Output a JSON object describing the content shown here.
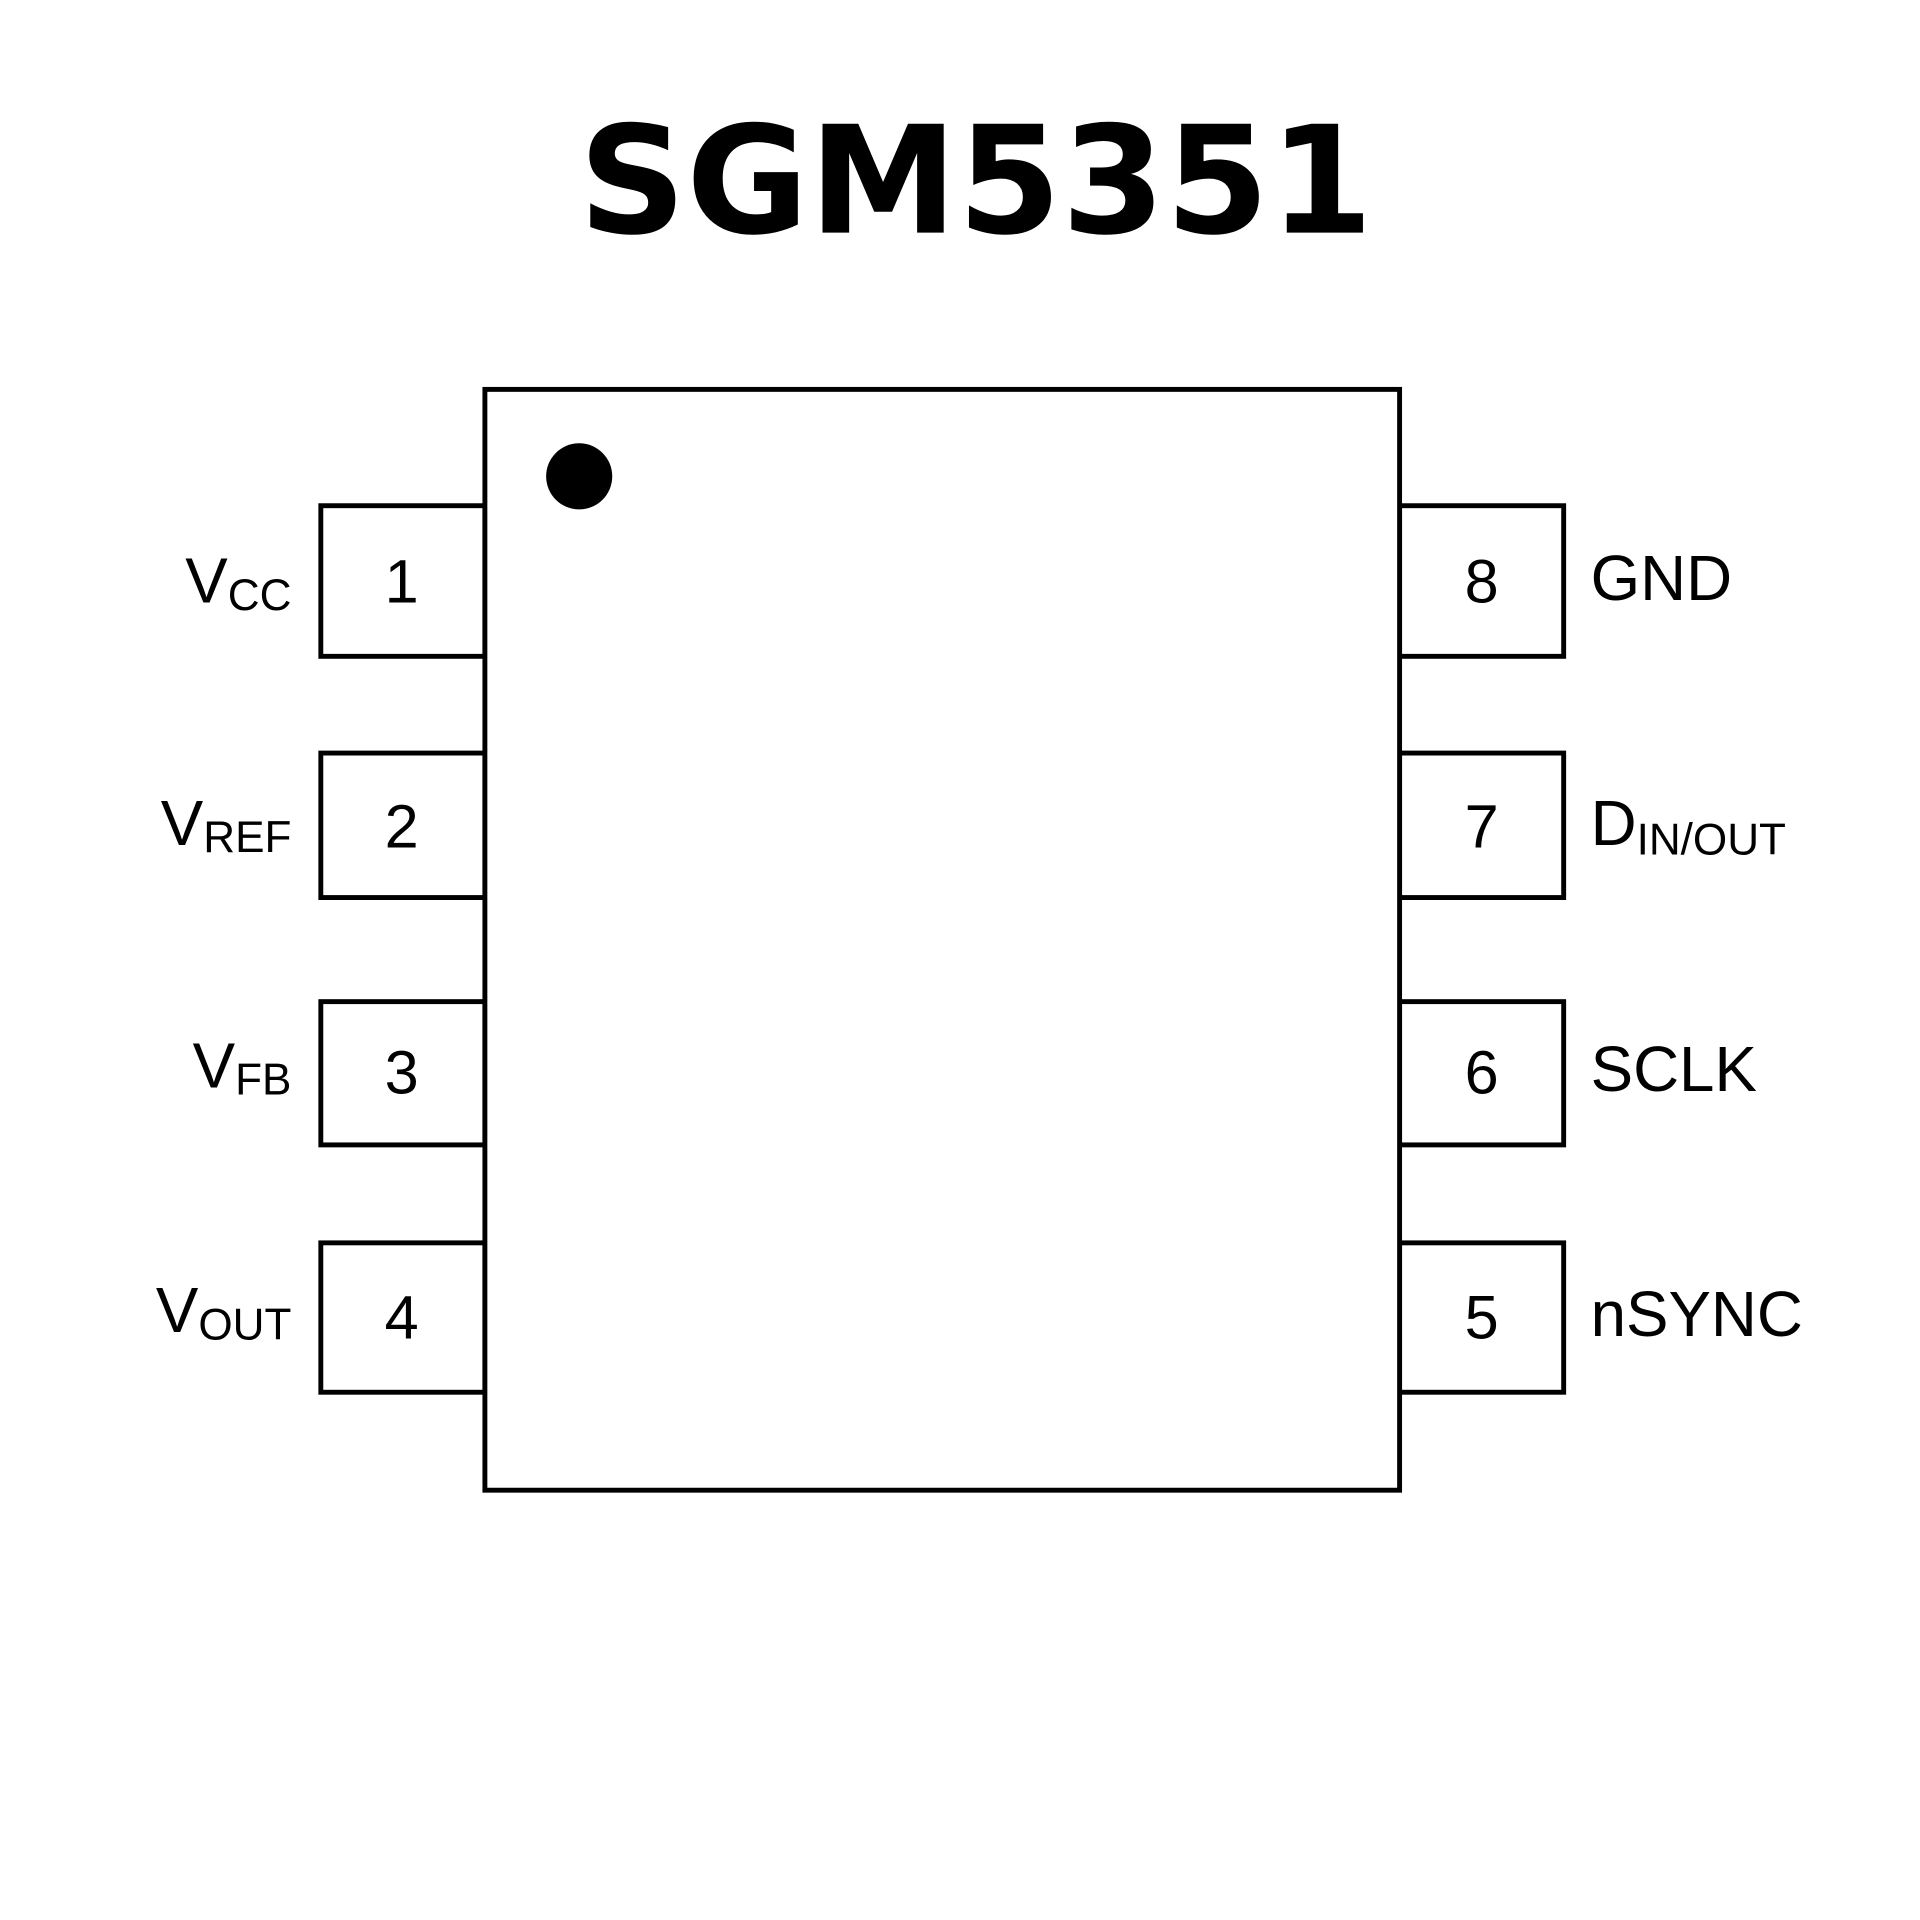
{
  "title": "SGM5351",
  "left_pins": [
    {
      "number": "1",
      "main": "V",
      "sub": "CC"
    },
    {
      "number": "2",
      "main": "V",
      "sub": "REF"
    },
    {
      "number": "3",
      "main": "V",
      "sub": "FB"
    },
    {
      "number": "4",
      "main": "V",
      "sub": "OUT"
    }
  ],
  "right_pins": [
    {
      "number": "8",
      "main": "GND",
      "sub": ""
    },
    {
      "number": "7",
      "main": "D",
      "sub": "IN/OUT"
    },
    {
      "number": "6",
      "main": "SCLK",
      "sub": ""
    },
    {
      "number": "5",
      "main": "nSYNC",
      "sub": ""
    }
  ]
}
